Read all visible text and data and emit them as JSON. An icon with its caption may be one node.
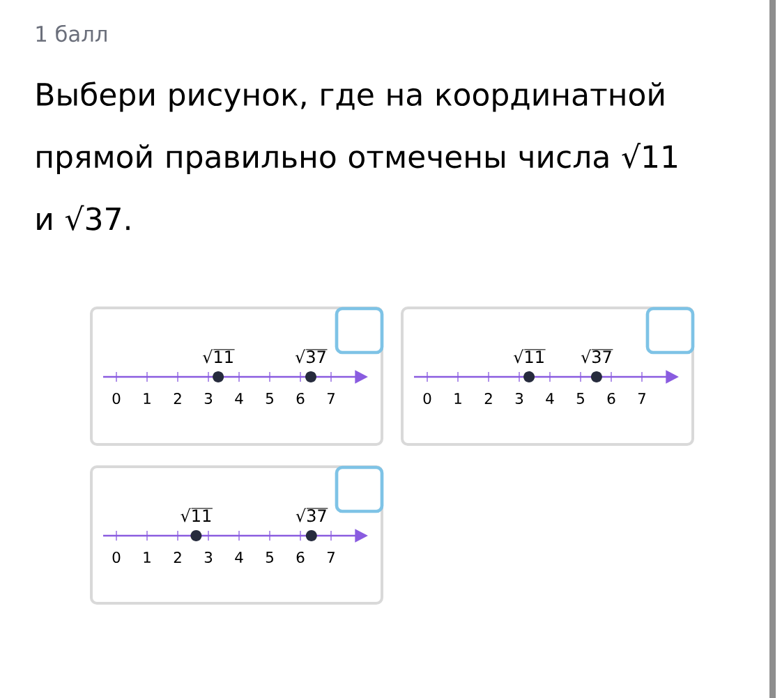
{
  "diagram": {
    "title": "Выбери рисунок, где на координатной прямой правильно отмечены числа √11 и √37.",
    "nodes": [
      {
        "text": [],
        "shape": "box"
      },
      {
        "text": [],
        "shape": "box",
        "in": 0
      },
      {
        "text": [
          "√11"
        ],
        "in": 0
      },
      {
        "text": [
          "√37"
        ],
        "in": 0
      },
      {
        "text": [],
        "shape": "box"
      },
      {
        "text": [],
        "shape": "box",
        "in": 4
      },
      {
        "text": [
          "√11"
        ],
        "in": 4
      },
      {
        "text": [
          "√37"
        ],
        "in": 4
      },
      {
        "text": [],
        "shape": "box"
      },
      {
        "text": [],
        "shape": "box",
        "in": 8
      },
      {
        "text": [
          "√11"
        ],
        "in": 8
      },
      {
        "text": [
          "√37"
        ],
        "in": 8
      }
    ],
    "labels": [
      "1 балл",
      "0",
      "1",
      "2",
      "3",
      "4",
      "5",
      "6",
      "7",
      "0",
      "1",
      "2",
      "3",
      "4",
      "5",
      "6",
      "7",
      "0",
      "1",
      "2",
      "3",
      "4",
      "5",
      "6",
      "7"
    ]
  }
}
